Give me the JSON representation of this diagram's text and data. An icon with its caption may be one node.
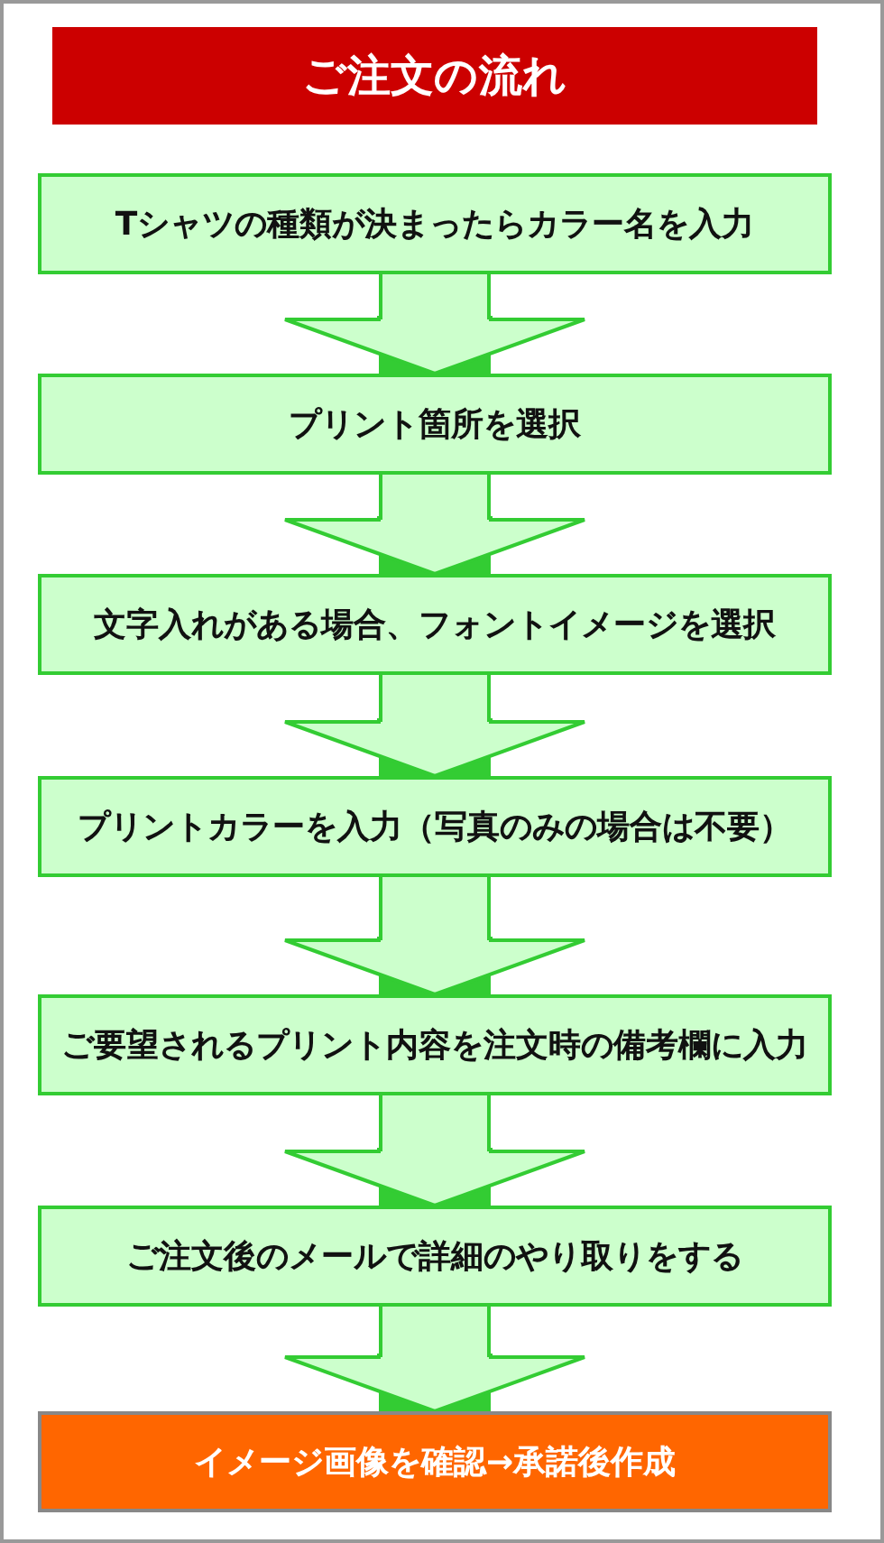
{
  "diagram": {
    "title": "ご注文の流れ",
    "nodes": [
      {
        "text": [
          "Tシャツの種類が決まったらカラー名を入力"
        ]
      },
      {
        "text": [
          "プリント箇所を選択"
        ]
      },
      {
        "text": [
          "文字入れがある場合、フォントイメージを選択"
        ]
      },
      {
        "text": [
          "プリントカラーを入力（写真のみの場合は不要）"
        ]
      },
      {
        "text": [
          "ご要望されるプリント内容を注文時の備考欄に入力"
        ]
      },
      {
        "text": [
          "ご注文後のメールで詳細のやり取りをする"
        ]
      },
      {
        "text": [
          "イメージ画像を確認→承諾後作成"
        ]
      }
    ],
    "edges": [
      {
        "from": 0,
        "to": 1,
        "arrow": "to"
      },
      {
        "from": 1,
        "to": 2,
        "arrow": "to"
      },
      {
        "from": 2,
        "to": 3,
        "arrow": "to"
      },
      {
        "from": 3,
        "to": 4,
        "arrow": "to"
      },
      {
        "from": 4,
        "to": 5,
        "arrow": "to"
      },
      {
        "from": 5,
        "to": 6,
        "arrow": "to"
      }
    ]
  }
}
